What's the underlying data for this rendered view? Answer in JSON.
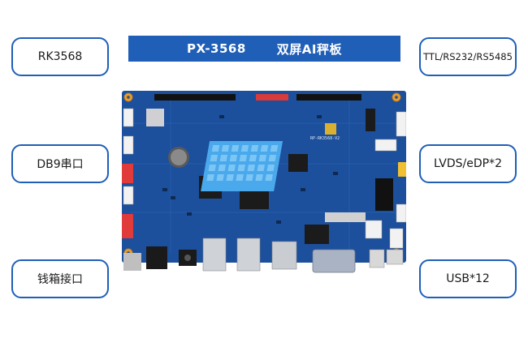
{
  "title": {
    "model": "PX-3568",
    "name": "双屏AI秤板"
  },
  "labels": {
    "left_top": "RK3568",
    "left_middle": "DB9串口",
    "left_bottom": "钱箱接口",
    "right_top": "TTL/RS232/RS5485",
    "right_middle": "LVDS/eDP*2",
    "right_bottom": "USB*12"
  },
  "board": {
    "silkscreen": "RP-RK3568-V2",
    "pcb_color": "#1c4f9c",
    "heatsink_color": "#4aa9ec"
  },
  "colors": {
    "accent": "#1f5fb8"
  }
}
